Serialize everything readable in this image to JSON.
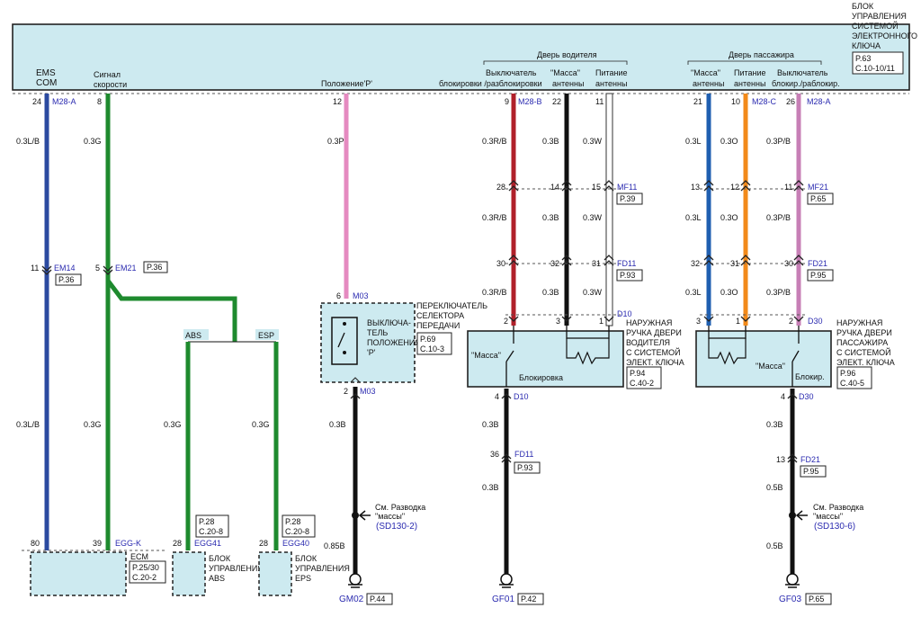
{
  "module": {
    "title_lines": [
      "БЛОК",
      "УПРАВЛЕНИЯ",
      "СИСТЕМОЙ",
      "ЭЛЕКТРОННОГО",
      "КЛЮЧА"
    ],
    "ref": [
      "P.63",
      "C.10-10/11"
    ]
  },
  "sections": {
    "driver_door": "Дверь водителя",
    "passenger_door": "Дверь пассажира"
  },
  "module_labels": {
    "ems": [
      "EMS",
      "COM"
    ],
    "speed": [
      "Сигнал",
      "скорости"
    ],
    "position_p": "Положение'P'",
    "lock_switch": [
      "Выключатель",
      "блокировки /разблокировки"
    ],
    "antenna_ground": [
      "\"Масса\"",
      "антенны"
    ],
    "antenna_power": [
      "Питание",
      "антенны"
    ],
    "p_antenna_ground": [
      "\"Масса\"",
      "антенны"
    ],
    "p_antenna_power": [
      "Питание",
      "антенны"
    ],
    "p_lock_switch": [
      "Выключатель",
      "блокир./раблокир."
    ]
  },
  "pins_top": {
    "ems": "24",
    "speed": "8",
    "pos": "12",
    "lock": "9",
    "ant_g": "22",
    "ant_p": "11",
    "p_ant_g": "21",
    "p_ant_p": "10",
    "p_lock": "26"
  },
  "connectors_top": {
    "c1": "M28-A",
    "c2": "M28-B",
    "c3": "M28-C",
    "c4": "M28-A"
  },
  "wires": {
    "w1": "0.3L/B",
    "w2": "0.3G",
    "w3": "0.3P",
    "w4": "0.3R/B",
    "w5": "0.3B",
    "w6": "0.3W",
    "w7": "0.3L",
    "w8": "0.3O",
    "w9": "0.3P/B",
    "w1b": "0.3L/B",
    "w2b": "0.3G",
    "w10": "0.3G",
    "w11": "0.3G",
    "w3b": "0.3B",
    "w3c": "0.85B",
    "d1": "0.3B",
    "d2": "0.3B",
    "p1": "0.3B",
    "p2": "0.5B",
    "p3": "0.5B",
    "w4b": "0.3R/B",
    "w5b": "0.3B",
    "w6b": "0.3W",
    "w7b": "0.3L",
    "w8b": "0.3O",
    "w9b": "0.3P/B",
    "w4c": "0.3R/B",
    "w5c": "0.3B",
    "w6c": "0.3W",
    "w7c": "0.3L",
    "w8c": "0.3O",
    "w9c": "0.3P/B"
  },
  "inline": {
    "em14": {
      "pin": "11",
      "name": "EM14",
      "ref": "P.36"
    },
    "em21": {
      "pin": "5",
      "name": "EM21",
      "ref": "P.36"
    },
    "mf11": {
      "pins": [
        "28",
        "14",
        "15"
      ],
      "name": "MF11",
      "ref": "P.39"
    },
    "fd11": {
      "pins": [
        "30",
        "32",
        "31"
      ],
      "name": "FD11",
      "ref": "P.93"
    },
    "mf21": {
      "pins": [
        "13",
        "12",
        "11"
      ],
      "name": "MF21",
      "ref": "P.65"
    },
    "fd21": {
      "pins": [
        "32",
        "31",
        "30"
      ],
      "name": "FD21",
      "ref": "P.95"
    },
    "fd11b": {
      "pin": "36",
      "name": "FD11",
      "ref": "P.93"
    },
    "fd21b": {
      "pin": "13",
      "name": "FD21",
      "ref": "P.95"
    }
  },
  "selector": {
    "pin_top": "6",
    "conn_top": "M03",
    "pin_bot": "2",
    "conn_bot": "M03",
    "inner": [
      "ВЫКЛЮЧА-",
      "ТЕЛЬ",
      "ПОЛОЖЕНИЯ",
      "'P'"
    ],
    "name": [
      "ПЕРЕКЛЮЧАТЕЛЬ",
      "СЕЛЕКТОРА",
      "ПЕРЕДАЧИ"
    ],
    "ref": [
      "P.69",
      "C.10-3"
    ]
  },
  "driver_handle": {
    "conn": "D10",
    "pins": [
      "2",
      "3",
      "1"
    ],
    "pin_bot": "4",
    "conn_bot": "D10",
    "ground": "\"Масса\"",
    "lock": "Блокировка",
    "name": [
      "НАРУЖНАЯ",
      "РУЧКА ДВЕРИ",
      "ВОДИТЕЛЯ",
      "С СИСТЕМОЙ",
      "ЭЛЕКТ. КЛЮЧА"
    ],
    "ref": [
      "P.94",
      "C.40-2"
    ]
  },
  "passenger_handle": {
    "conn": "D30",
    "pins": [
      "3",
      "1",
      "2"
    ],
    "pin_bot": "4",
    "conn_bot": "D30",
    "ground": "\"Масса\"",
    "lock": "Блокир.",
    "name": [
      "НАРУЖНАЯ",
      "РУЧКА ДВЕРИ",
      "ПАССАЖИРА",
      "С СИСТЕМОЙ",
      "ЭЛЕКТ. КЛЮЧА"
    ],
    "ref": [
      "P.96",
      "C.40-5"
    ]
  },
  "branches": {
    "abs": "ABS",
    "esp": "ESP"
  },
  "bottom": {
    "ecm": {
      "pins": [
        "80",
        "39"
      ],
      "conn": "EGG-K",
      "name": "ECM",
      "ref": [
        "P.25/30",
        "C.20-2"
      ]
    },
    "abs": {
      "pin": "28",
      "conn": "EGG41",
      "ref": [
        "P.28",
        "C.20-8"
      ],
      "name": [
        "БЛОК",
        "УПРАВЛЕНИЯ",
        "ABS"
      ]
    },
    "esp": {
      "pin": "28",
      "conn": "EGG40",
      "ref": [
        "P.28",
        "C.20-8"
      ],
      "name": [
        "БЛОК",
        "УПРАВЛЕНИЯ",
        "EPS"
      ]
    }
  },
  "grounds": {
    "note1": [
      "См. Разводка",
      "\"массы\""
    ],
    "ref1": "(SD130-2)",
    "note2": [
      "См. Разводка",
      "\"массы\""
    ],
    "ref2": "(SD130-6)",
    "g1": {
      "name": "GM02",
      "ref": "P.44"
    },
    "g2": {
      "name": "GF01",
      "ref": "P.42"
    },
    "g3": {
      "name": "GF03",
      "ref": "P.65"
    }
  },
  "colors": {
    "module_fill": "#cdeaf0",
    "wire_LB": "#2b4aa0",
    "wire_G": "#1e8a2e",
    "wire_P": "#e58ac0",
    "wire_RB": "#b0202a",
    "wire_B": "#111111",
    "wire_W": "#ffffff",
    "wire_L": "#1f5fb0",
    "wire_O": "#f28a1a",
    "wire_PB": "#c77fb6",
    "link": "#2b2bb0"
  }
}
